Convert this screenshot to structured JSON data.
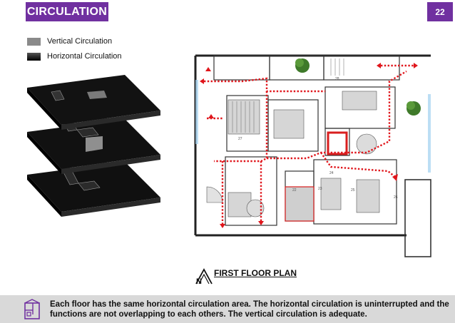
{
  "header": {
    "title": "CIRCULATION",
    "page_number": "22"
  },
  "legend": {
    "items": [
      {
        "label": "Vertical Circulation",
        "color": "#8a8a8a"
      },
      {
        "label": "Horizontal Circulation",
        "color": "#000000"
      }
    ]
  },
  "plan": {
    "title": "FIRST FLOOR PLAN",
    "north_label": "N",
    "room_numbers": [
      "22",
      "23",
      "24",
      "25",
      "26",
      "27",
      "28"
    ],
    "circulation_color": "#e0151b"
  },
  "footer": {
    "text": "Each floor has the same horizontal circulation area. The horizontal circulation is uninterrupted and the functions are not overlapping to each others. The vertical circulation is adequate."
  },
  "colors": {
    "accent": "#7030a0",
    "footer_bg": "#d9d9d9"
  }
}
